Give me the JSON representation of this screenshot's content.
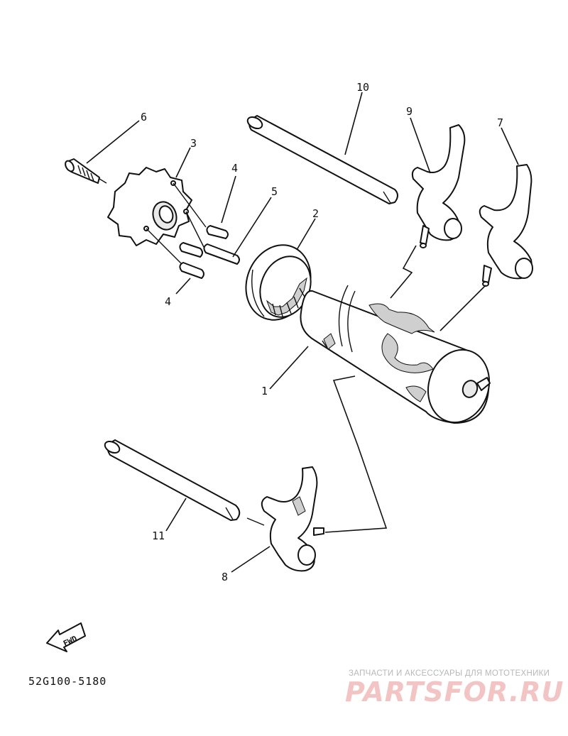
{
  "diagram": {
    "part_labels": {
      "p1": "1",
      "p2": "2",
      "p3": "3",
      "p4a": "4",
      "p4b": "4",
      "p5": "5",
      "p6": "6",
      "p7": "7",
      "p8": "8",
      "p9": "9",
      "p10": "10",
      "p11": "11"
    },
    "fwd_label": "FWD",
    "code": "52G100-5180"
  },
  "watermark": {
    "tagline": "ЗАПЧАСТИ И АКСЕССУАРЫ ДЛЯ МОТОТЕХНИКИ",
    "logo": "PARTSFOR.RU",
    "colors": {
      "tagline": "#b8b8b8",
      "logo": "#f2c4c4"
    }
  }
}
